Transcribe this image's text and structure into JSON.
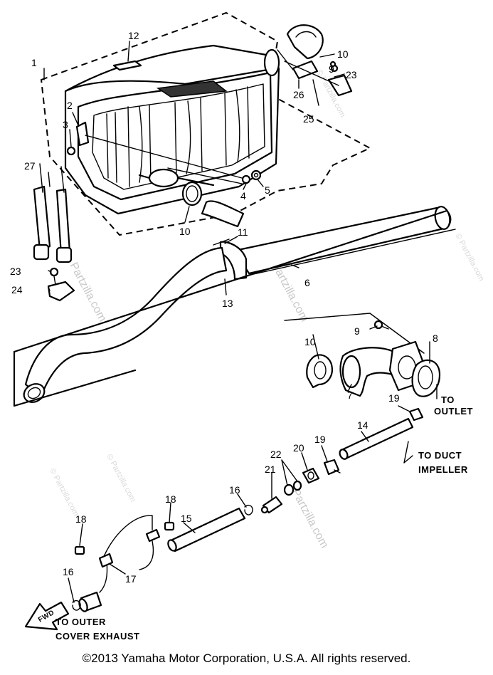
{
  "callouts": {
    "c1": "1",
    "c2": "2",
    "c3": "3",
    "c4": "4",
    "c5": "5",
    "c6": "6",
    "c7": "7",
    "c8": "8",
    "c9a": "9",
    "c9b": "9",
    "c10a": "10",
    "c10b": "10",
    "c10c": "10",
    "c11": "11",
    "c12": "12",
    "c13": "13",
    "c14": "14",
    "c15": "15",
    "c16a": "16",
    "c16b": "16",
    "c17": "17",
    "c18a": "18",
    "c18b": "18",
    "c19a": "19",
    "c19b": "19",
    "c20": "20",
    "c21": "21",
    "c22": "22",
    "c23a": "23",
    "c23b": "23",
    "c24": "24",
    "c25": "25",
    "c26": "26",
    "c27": "27"
  },
  "notes": {
    "to": "TO",
    "outlet": "OUTLET",
    "to_duct": "TO DUCT",
    "impeller": "IMPELLER",
    "to_outer": "TO OUTER",
    "cover_exhaust": "COVER EXHAUST",
    "fwd": "FWD"
  },
  "watermark": {
    "brand": "Partzilla.com",
    "small": "© Partzilla.com"
  },
  "copyright": "©2013 Yamaha Motor Corporation, U.S.A. All rights reserved."
}
